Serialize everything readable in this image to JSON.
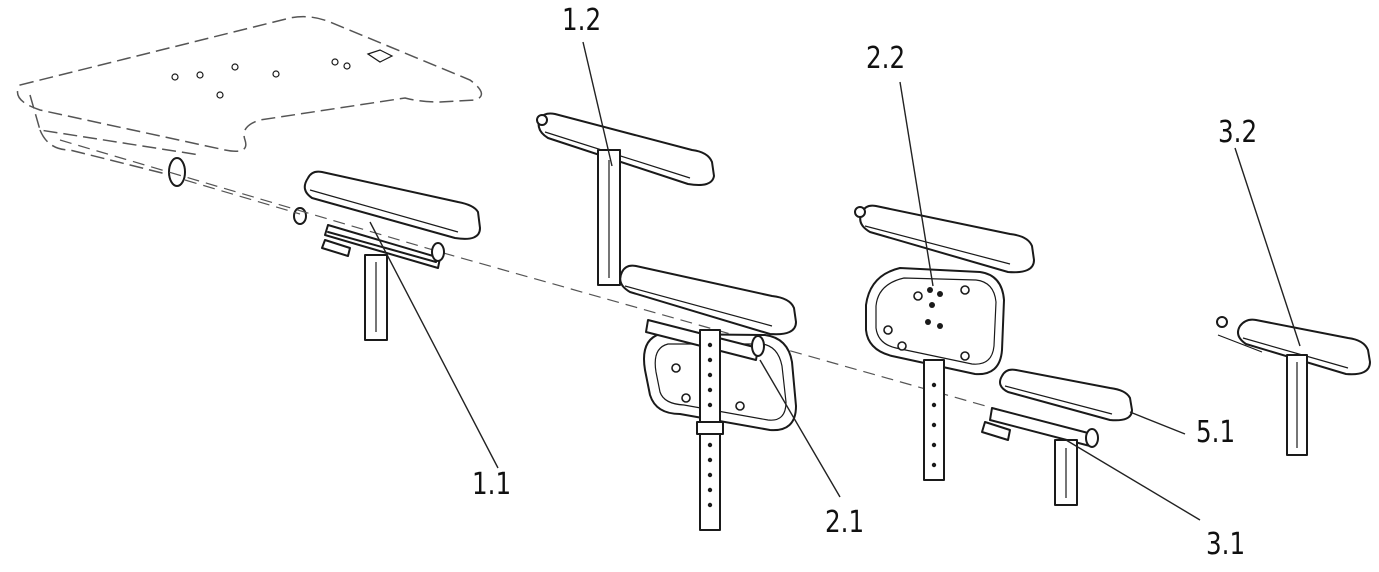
{
  "callouts": {
    "c11": "1.1",
    "c12": "1.2",
    "c21": "2.1",
    "c22": "2.2",
    "c31": "3.1",
    "c32": "3.2",
    "c51": "5.1"
  }
}
